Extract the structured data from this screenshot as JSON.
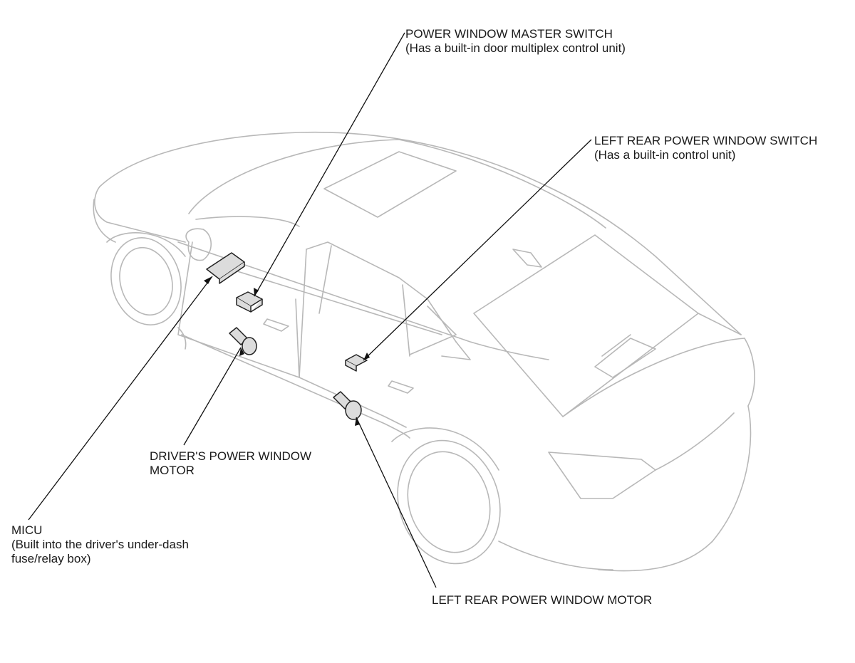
{
  "callouts": {
    "master_switch": {
      "title": "POWER WINDOW MASTER SWITCH",
      "note": "(Has a built-in door multiplex control unit)"
    },
    "left_rear_switch": {
      "title": "LEFT REAR POWER WINDOW SWITCH",
      "note": "(Has a built-in control unit)"
    },
    "driver_motor": {
      "line1": "DRIVER'S POWER WINDOW",
      "line2": "MOTOR"
    },
    "micu": {
      "title": "MICU",
      "note1": "(Built into the driver's under-dash",
      "note2": "fuse/relay box)"
    },
    "left_rear_motor": {
      "title": "LEFT REAR POWER WINDOW MOTOR"
    }
  }
}
